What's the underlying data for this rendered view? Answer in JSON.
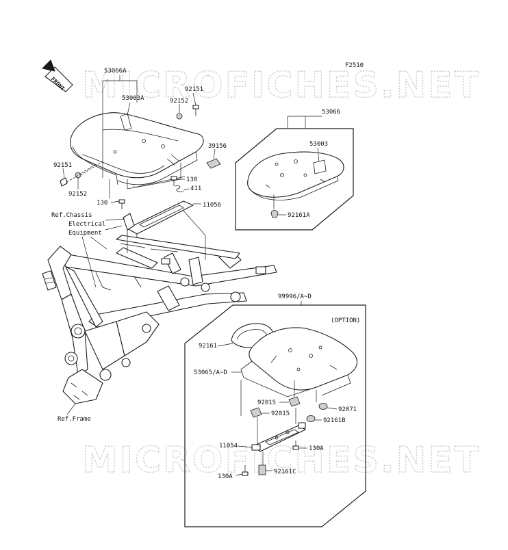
{
  "figure_code": "F2510",
  "watermark": "MICROFICHES.NET",
  "front_label": "FRONT",
  "option_label": "(OPTION)",
  "callouts": {
    "p53066A": "53066A",
    "p53003A": "53003A",
    "p92151_top": "92151",
    "p92152_top": "92152",
    "p39156": "39156",
    "p92151_left": "92151",
    "p92152_left": "92152",
    "p130_a": "130",
    "p411": "411",
    "p130_b": "130",
    "p11056": "11056",
    "p53066": "53066",
    "p53003": "53003",
    "p92161A": "92161A",
    "p99996": "99996/A~D",
    "p92161": "92161",
    "p53065": "53065/A~D",
    "p92015_a": "92015",
    "p92071": "92071",
    "p92015_b": "92015",
    "p92161B": "92161B",
    "p11054": "11054",
    "p130A_a": "130A",
    "p130A_b": "130A",
    "p92161C": "92161C"
  },
  "references": {
    "chassis_1": "Ref.Chassis",
    "chassis_2": "Electrical",
    "chassis_3": "Equipment",
    "frame": "Ref.Frame"
  }
}
